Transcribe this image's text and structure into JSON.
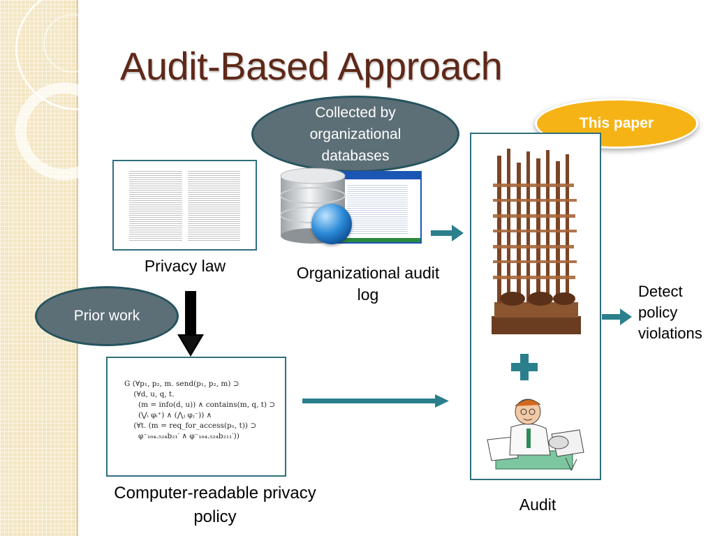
{
  "slide": {
    "title": "Audit-Based Approach",
    "oval_collected": "Collected by organizational databases",
    "oval_prior": "Prior work",
    "oval_paper": "This paper",
    "label_law": "Privacy law",
    "label_log": "Organizational audit log",
    "label_policy": "Computer-readable privacy policy",
    "label_audit": "Audit",
    "label_detect": "Detect policy violations",
    "formula_lines": [
      "G (∀p₁, p₂, m. send(p₁, p₂, m) ⊃",
      "    (∀d, u, q, t.",
      "      (m = info(d, u)) ∧ contains(m, q, t) ⊃",
      "      (⋁ᵢ φᵢ⁺) ∧ (⋀ⱼ φⱼ⁻)) ∧",
      "",
      "    (∀t. (m = req_for_access(p₁, t)) ⊃",
      "      φ⁻₁₆₄.₅₂₄b₂₁′ ∧ φ⁻₁₆₄.₅₂₄b₂₁₁′))"
    ]
  },
  "colors": {
    "title": "#5e2818",
    "oval_fill": "#5c6e76",
    "oval_border": "#24535e",
    "highlight": "#f6b316",
    "arrow": "#2b7f8c",
    "frame": "#2f6f7c",
    "plus": "#2b7f8c"
  }
}
